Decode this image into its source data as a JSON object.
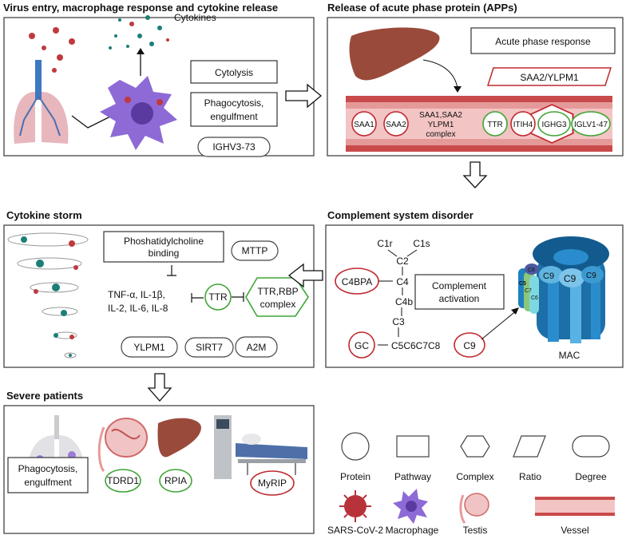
{
  "panels": {
    "virus_entry": {
      "title": "Virus entry, macrophage response and cytokine release",
      "cytokines": "Cytokines",
      "cytolysis": "Cytolysis",
      "phago1": "Phagocytosis,",
      "phago2": "engulfment",
      "ighv": "IGHV3-73"
    },
    "app": {
      "title": "Release of acute phase protein (APPs)",
      "acute": "Acute phase response",
      "ratio": "SAA2/YLPM1",
      "saa1": "SAA1",
      "saa2": "SAA2",
      "cx1": "SAA1,SAA2",
      "cx2": "YLPM1",
      "cx3": "complex",
      "ttr": "TTR",
      "itih4": "ITIH4",
      "ighg3": "IGHG3",
      "iglv": "IGLV1-47"
    },
    "storm": {
      "title": "Cytokine storm",
      "pc1": "Phoshatidylcholine",
      "pc2": "binding",
      "mttp": "MTTP",
      "tnf1": "TNF-α, IL-1β,",
      "tnf2": "IL-2, IL-6, IL-8",
      "ttr": "TTR",
      "cx1": "TTR,RBP",
      "cx2": "complex",
      "ylpm1": "YLPM1",
      "sirt7": "SIRT7",
      "a2m": "A2M"
    },
    "complement": {
      "title": "Complement system disorder",
      "c1r": "C1r",
      "c1s": "C1s",
      "c2": "C2",
      "c4bpa": "C4BPA",
      "c4": "C4",
      "c4b": "C4b",
      "c3": "C3",
      "gc": "GC",
      "c5678": "C5C6C7C8",
      "c9": "C9",
      "act1": "Complement",
      "act2": "activation",
      "mac": "MAC",
      "mac_parts": {
        "c5": "C5",
        "c6": "C6",
        "c7": "C7",
        "c8": "C8",
        "c9": "C9"
      }
    },
    "severe": {
      "title": "Severe patients",
      "phago1": "Phagocytosis,",
      "phago2": "engulfment",
      "tdrd1": "TDRD1",
      "rpia": "RPIA",
      "myrip": "MyRIP"
    }
  },
  "legend": {
    "protein": "Protein",
    "pathway": "Pathway",
    "complex": "Complex",
    "ratio": "Ratio",
    "degree": "Degree",
    "virus": "SARS-CoV-2",
    "macrophage": "Macrophage",
    "testis": "Testis",
    "vessel": "Vessel"
  },
  "colors": {
    "upregulated": "#c0282d",
    "downregulated": "#3fa535",
    "vessel": "#c94a4a",
    "mac": "#1d82bf",
    "macrophage": "#8d6ad6",
    "liver": "#9a4a3a"
  }
}
